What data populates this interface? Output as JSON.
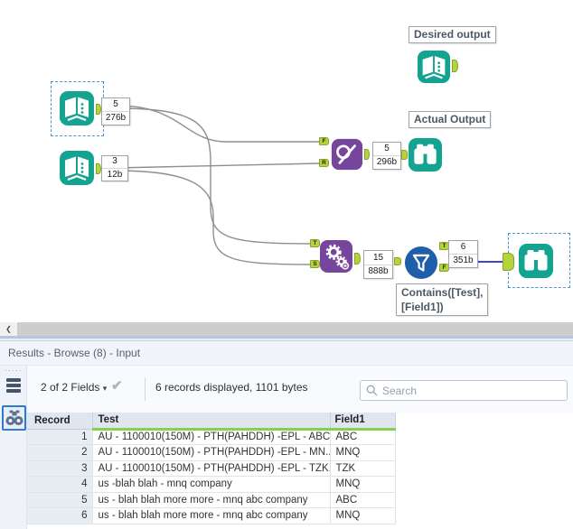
{
  "canvas": {
    "tool_labels": {
      "desired_output": "Desired output",
      "actual_output": "Actual Output",
      "filter_expression": [
        "Contains([Test],",
        "[Field1])"
      ]
    },
    "annotations": {
      "input1": {
        "count": "5",
        "size": "276b"
      },
      "input2": {
        "count": "3",
        "size": "12b"
      },
      "find_replace": {
        "count": "5",
        "size": "296b"
      },
      "append_fields": {
        "count": "15",
        "size": "888b"
      },
      "filter": {
        "count": "6",
        "size": "351b"
      }
    },
    "anchor_letters": {
      "find_replace_top": "F",
      "find_replace_bottom": "R",
      "append_top": "T",
      "append_bottom": "S",
      "filter_top": "T",
      "filter_bottom": "F"
    },
    "colors": {
      "tool_teal": "#14a390",
      "tool_purple": "#76459c",
      "tool_blue": "#1f5fa9",
      "anchor_green": "#b5d33b",
      "wire_grey": "#8f8f8f",
      "wire_selected_blue": "#3e46cf",
      "selection_dash_blue": "#4a90d9",
      "header_underline_green": "#84d24b"
    }
  },
  "scrollbar": {
    "left_arrow": "❮"
  },
  "results": {
    "title": "Results - Browse (8) - Input",
    "toolbar": {
      "fields_selector": "2 of 2 Fields",
      "records_summary": "6 records displayed, 1101 bytes",
      "search_placeholder": "Search"
    },
    "table": {
      "columns": [
        "Record",
        "Test",
        "Field1"
      ],
      "rows": [
        {
          "record": "1",
          "test": "AU - 1100010(150M) - PTH(PAHDDH) -EPL - ABC...",
          "field1": "ABC"
        },
        {
          "record": "2",
          "test": "AU - 1100010(150M) - PTH(PAHDDH) -EPL - MN...",
          "field1": "MNQ"
        },
        {
          "record": "3",
          "test": "AU - 1100010(150M) - PTH(PAHDDH) -EPL - TZK...",
          "field1": "TZK"
        },
        {
          "record": "4",
          "test": "us -blah blah - mnq company",
          "field1": "MNQ"
        },
        {
          "record": "5",
          "test": "us - blah blah more more - mnq abc company",
          "field1": "ABC"
        },
        {
          "record": "6",
          "test": "us - blah blah more more - mnq abc company",
          "field1": "MNQ"
        }
      ]
    }
  }
}
